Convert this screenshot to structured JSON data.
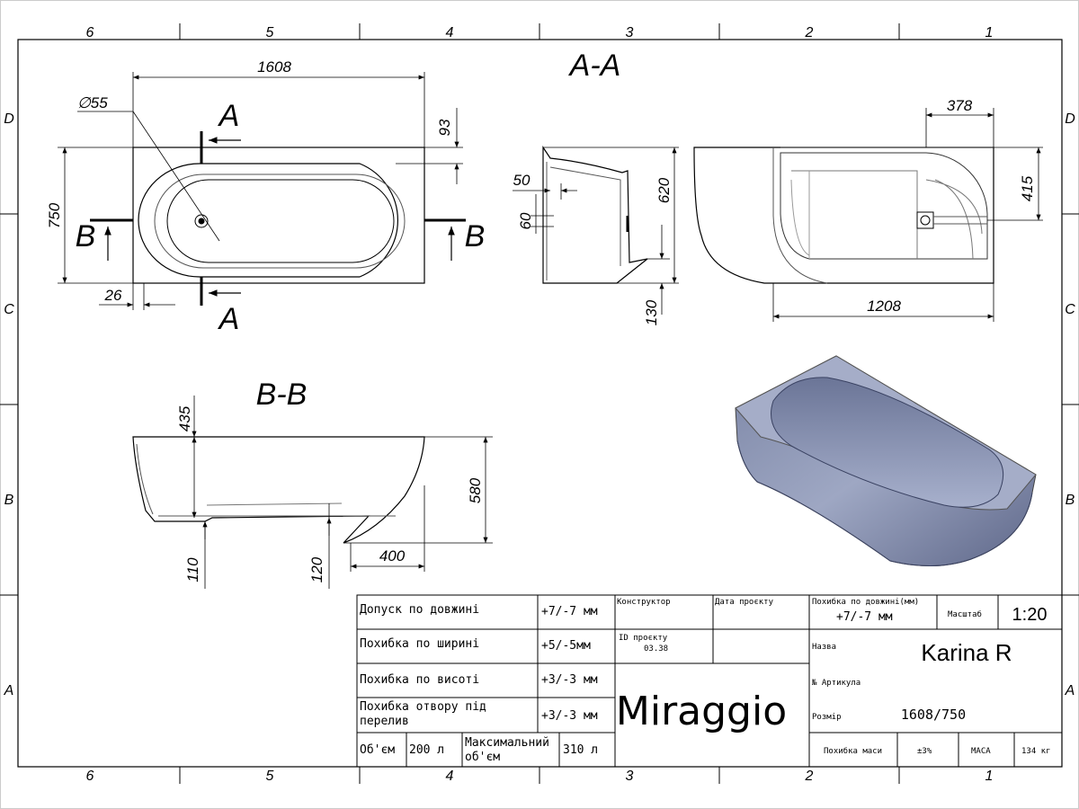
{
  "zones": {
    "columns": [
      "6",
      "5",
      "4",
      "3",
      "2",
      "1"
    ],
    "rows": [
      "D",
      "C",
      "B",
      "A"
    ]
  },
  "views": {
    "section_aa_title": "A-A",
    "section_bb_title": "B-B",
    "cut_a": "A",
    "cut_b": "B"
  },
  "dims": {
    "length": "1608",
    "width": "750",
    "drain_dia": "∅55",
    "top_offset": "93",
    "edge_offset": "26",
    "rim_width": "50",
    "rim_drop": "60",
    "side_height": "620",
    "foot_height": "130",
    "panel_length": "378",
    "panel_height": "415",
    "wall_length": "1208",
    "depth": "435",
    "total_height": "580",
    "front_offset": "400",
    "drain_height": "110",
    "floor_height": "120"
  },
  "title_block": {
    "tol_length_label": "Допуск по довжині",
    "tol_length_value": "+7/-7 мм",
    "tol_width_label": "Похибка по ширині",
    "tol_width_value": "+5/-5мм",
    "tol_height_label": "Похибка по висоті",
    "tol_height_value": "+3/-3 мм",
    "tol_overflow_label_1": "Похибка отвору під",
    "tol_overflow_label_2": "перелив",
    "tol_overflow_value": "+3/-3 мм",
    "volume_label": "Об'єм",
    "volume_value": "200 л",
    "max_volume_label_1": "Максимальний",
    "max_volume_label_2": "об'єм",
    "max_volume_value": "310 л",
    "designer_label": "Конструктор",
    "date_label": "Дата проєкту",
    "project_id_label": "ID проєкту",
    "project_id_value": "03.38",
    "brand": "Miraggio",
    "length_tol_label": "Похибка по довжині(мм)",
    "length_tol_value": "+7/-7 мм",
    "scale_label": "Масштаб",
    "scale_value": "1:20",
    "name_label": "Назва",
    "name_value": "Karina R",
    "article_label": "№ Артикула",
    "size_label": "Розмір",
    "size_value": "1608/750",
    "mass_tol_label": "Похибка маси",
    "mass_tol_value": "±3%",
    "mass_label": "МАСА",
    "mass_value": "134 кг"
  }
}
